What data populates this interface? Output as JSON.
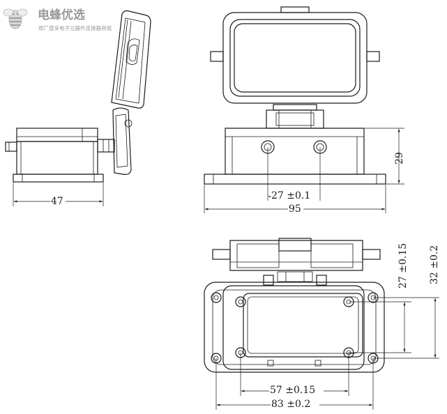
{
  "logo": {
    "name": "电蜂优选",
    "tagline": "原厂直采电子元器件连接器商城"
  },
  "dimensions": {
    "side_width": "47",
    "front_height": "29",
    "front_hole_spacing": "27 ±0.1",
    "front_width": "95",
    "top_hole_spacing_h": "57 ±0.15",
    "top_overall_width": "83 ±0.2",
    "top_hole_spacing_v": "27 ±0.15",
    "top_overall_height": "32 ±0.2"
  }
}
